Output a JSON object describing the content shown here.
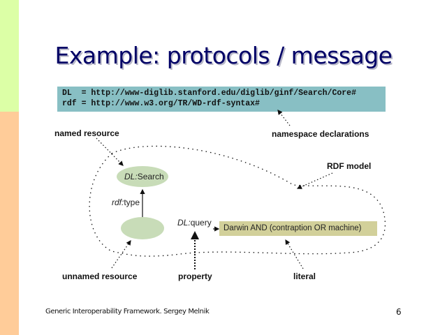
{
  "slide": {
    "title": "Example: protocols / message",
    "namespaces": [
      "DL  = http://www-diglib.stanford.edu/diglib/ginf/Search/Core#",
      "rdf = http://www.w3.org/TR/WD-rdf-syntax#"
    ],
    "labels": {
      "named_resource": "named resource",
      "namespace_declarations": "namespace declarations",
      "rdf_model": "RDF model",
      "unnamed_resource": "unnamed resource",
      "property": "property",
      "literal": "literal"
    },
    "nodes": {
      "search_prefix": "DL:",
      "search_name": "Search",
      "type_prefix": "rdf:",
      "type_name": "type",
      "query_prefix": "DL:",
      "query_name": "query",
      "literal_value": "Darwin AND (contraption OR machine)"
    },
    "colors": {
      "resource_fill": "#c8dcb8",
      "literal_fill": "#d2d09a",
      "namespace_fill": "#88bfc4",
      "title": "#000066"
    },
    "footer": "Generic Interoperability Framework. Sergey Melnik",
    "page_number": "6"
  }
}
